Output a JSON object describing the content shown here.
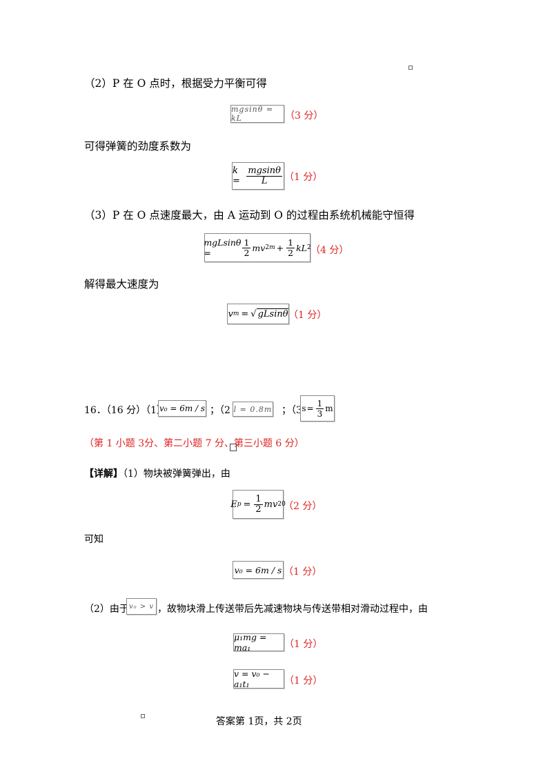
{
  "q15": {
    "part2_heading": "（2）P 在 O 点时，根据受力平衡可得",
    "eq1": "mgsinθ = kL",
    "eq1_score": "（3 分）",
    "spring_text": "可得弹簧的劲度系数为",
    "eq2_left": "k =",
    "eq2_num": "mgsinθ",
    "eq2_den": "L",
    "eq2_score": "（1 分）",
    "part3_heading": "（3）P 在 O 点速度最大，由 A 运动到 O 的过程由系统机械能守恒得",
    "eq3_left": "mgLsinθ =",
    "eq3_frac_num": "1",
    "eq3_frac_den": "2",
    "eq3_mid": "mv",
    "eq3_plus": "+",
    "eq3_frac2_num": "1",
    "eq3_frac2_den": "2",
    "eq3_end": "kL",
    "eq3_score": "（4 分）",
    "solve_text": "解得最大速度为",
    "eq4_left": "v",
    "eq4_sub": "m",
    "eq4_eq": "=",
    "eq4_root": "gLsinθ",
    "eq4_score": "（1 分）"
  },
  "q16": {
    "heading": "16．（16 分）（1）",
    "ans1": "v₀ = 6m / s",
    "sep1": "；（2",
    "ans2": "l = 0.8m",
    "sep2": "；（3",
    "ans3_eq": "=",
    "ans3_num": "1",
    "ans3_den": "3",
    "ans3_unit": "m",
    "ans3_prefix": "s",
    "scoring": "（第 1 小题 3分、第二小题 7 分、第三小题 6 分）",
    "detail_label": "【详解】",
    "detail_text": "（1）物块被弹簧弹出，由",
    "eq5_left": "E",
    "eq5_sub": "p",
    "eq5_eq": "=",
    "eq5_num": "1",
    "eq5_den": "2",
    "eq5_right": "mv",
    "eq5_score": "（2 分）",
    "know_text": "可知",
    "eq6": "v₀ = 6m / s",
    "eq6_score": "（1 分）",
    "part2_pre": "（2）由于",
    "part2_box": "v₀ > v",
    "part2_post": "，故物块滑上传送带后先减速物块与传送带相对滑动过程中，由",
    "eq7": "μ₁mg = ma₁",
    "eq7_score": "（1 分）",
    "eq8": "v = v₀ − a₁t₁",
    "eq8_score": "（1 分）"
  },
  "footer": "答案第 1页，共 2页"
}
